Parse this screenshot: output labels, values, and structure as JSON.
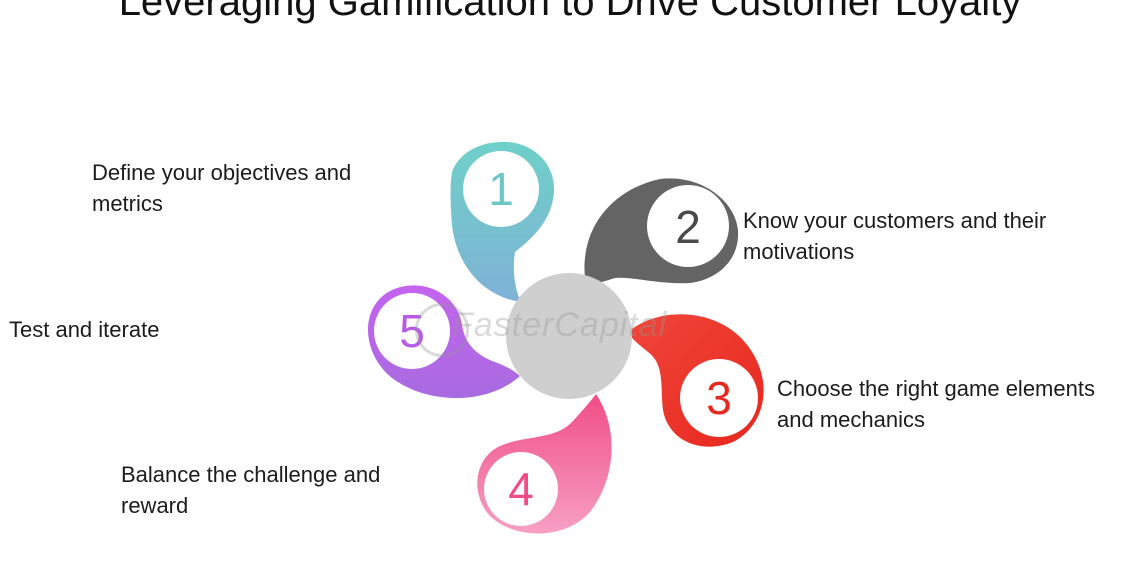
{
  "title": "Leveraging Gamification to Drive Customer Loyalty",
  "watermark": "FasterCapital",
  "steps": [
    {
      "number": "1",
      "label": "Define your objectives and metrics",
      "color": "#6cc7c6"
    },
    {
      "number": "2",
      "label": "Know your customers and their motivations",
      "color": "#636363"
    },
    {
      "number": "3",
      "label": "Choose the right game elements and mechanics",
      "color": "#ee3b2f"
    },
    {
      "number": "4",
      "label": "Balance the challenge and reward",
      "color": "#f2649c"
    },
    {
      "number": "5",
      "label": "Test and iterate",
      "color": "#c165ea"
    }
  ],
  "hub_color": "#cfcfcf"
}
